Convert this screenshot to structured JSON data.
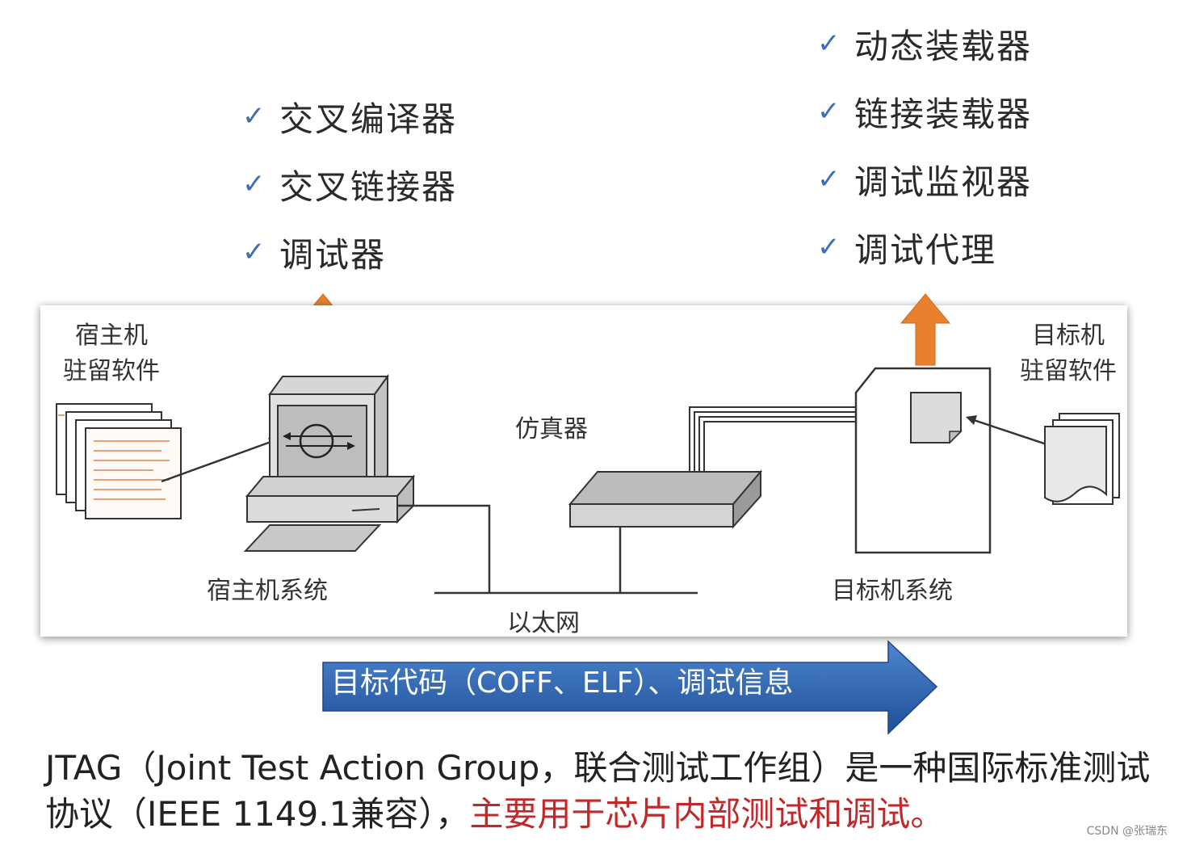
{
  "host_tools": [
    "交叉编译器",
    "交叉链接器",
    "调试器"
  ],
  "target_tools": [
    "动态装载器",
    "链接装载器",
    "调试监视器",
    "调试代理"
  ],
  "check_mark": "✓",
  "diagram": {
    "host_software_label": "宿主机\n驻留软件",
    "target_software_label": "目标机\n驻留软件",
    "emulator_label": "仿真器",
    "host_system_label": "宿主机系统",
    "target_system_label": "目标机系统",
    "ethernet_label": "以太网"
  },
  "banner": {
    "text": "目标代码（COFF、ELF）、调试信息"
  },
  "description": {
    "plain": "JTAG（Joint Test Action Group，联合测试工作组）是一种国际标准测试协议（IEEE 1149.1兼容），",
    "highlight": "主要用于芯片内部测试和调试。"
  },
  "watermark": "CSDN @张瑞东",
  "colors": {
    "check": "#3f6fb5",
    "upload_arrow": "#e8812f",
    "banner_blue": "#2c64b0",
    "highlight_red": "#c0282a"
  }
}
